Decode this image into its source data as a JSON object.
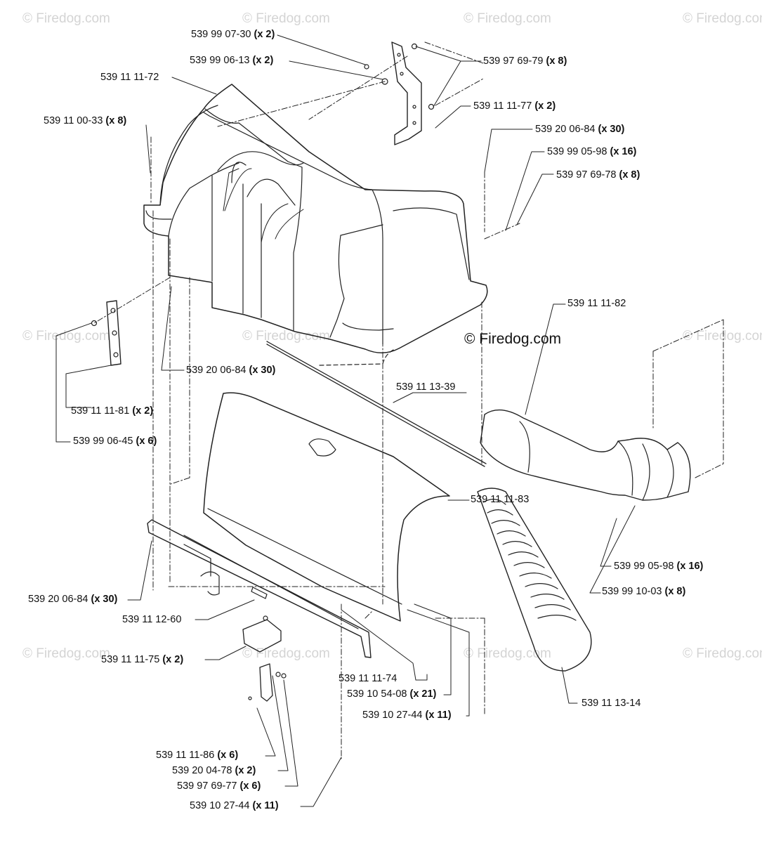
{
  "watermark": "© Firedog.com",
  "credit": "© Firedog.com",
  "parts": [
    {
      "id": "l1",
      "num": "539 99 07-30",
      "qty": "(x 2)"
    },
    {
      "id": "l2",
      "num": "539 99 06-13",
      "qty": "(x 2)"
    },
    {
      "id": "l3",
      "num": "539 11 11-72",
      "qty": ""
    },
    {
      "id": "l4",
      "num": "539 11 00-33",
      "qty": "(x 8)"
    },
    {
      "id": "l5",
      "num": "539 97 69-79",
      "qty": "(x 8)"
    },
    {
      "id": "l6",
      "num": "539 11 11-77",
      "qty": "(x 2)"
    },
    {
      "id": "l7",
      "num": "539 20 06-84",
      "qty": "(x 30)"
    },
    {
      "id": "l8",
      "num": "539 99 05-98",
      "qty": "(x 16)"
    },
    {
      "id": "l9",
      "num": "539 97 69-78",
      "qty": "(x 8)"
    },
    {
      "id": "l10",
      "num": "539 11 11-82",
      "qty": ""
    },
    {
      "id": "l11",
      "num": "539 20 06-84",
      "qty": "(x 30)"
    },
    {
      "id": "l12",
      "num": "539 11 13-39",
      "qty": ""
    },
    {
      "id": "l13",
      "num": "539 11 11-81",
      "qty": "(x 2)"
    },
    {
      "id": "l14",
      "num": "539 99 06-45",
      "qty": "(x 6)"
    },
    {
      "id": "l15",
      "num": "539 11 11-83",
      "qty": ""
    },
    {
      "id": "l16",
      "num": "539 99 05-98",
      "qty": "(x 16)"
    },
    {
      "id": "l17",
      "num": "539 99 10-03",
      "qty": "(x 8)"
    },
    {
      "id": "l18",
      "num": "539 20 06-84",
      "qty": "(x 30)"
    },
    {
      "id": "l19",
      "num": "539 11 12-60",
      "qty": ""
    },
    {
      "id": "l20",
      "num": "539 11 11-75",
      "qty": "(x 2)"
    },
    {
      "id": "l21",
      "num": "539 11 11-74",
      "qty": ""
    },
    {
      "id": "l22",
      "num": "539 10 54-08",
      "qty": "(x 21)"
    },
    {
      "id": "l23",
      "num": "539 10 27-44",
      "qty": "(x 11)"
    },
    {
      "id": "l24",
      "num": "539 11 13-14",
      "qty": ""
    },
    {
      "id": "l25",
      "num": "539 11 11-86",
      "qty": "(x 6)"
    },
    {
      "id": "l26",
      "num": "539 20 04-78",
      "qty": "(x 2)"
    },
    {
      "id": "l27",
      "num": "539 97 69-77",
      "qty": "(x 6)"
    },
    {
      "id": "l28",
      "num": "539 10 27-44",
      "qty": "(x 11)"
    }
  ]
}
